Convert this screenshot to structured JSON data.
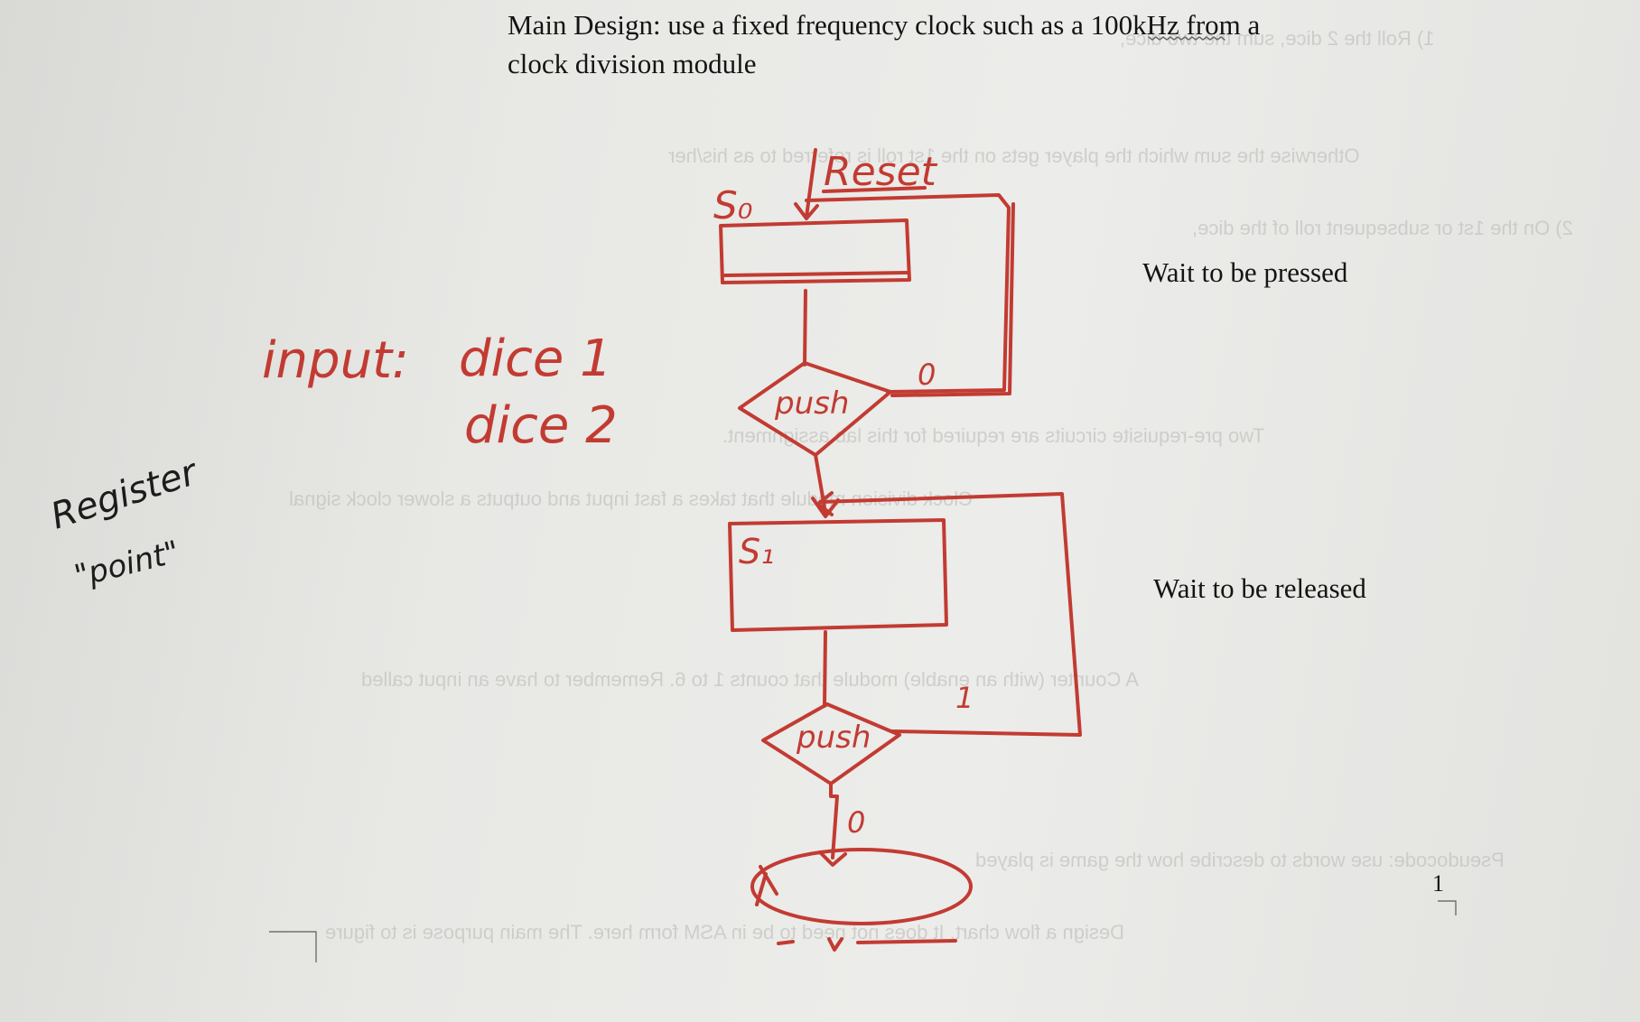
{
  "document": {
    "title_line1": "Main Design: use a fixed frequency clock such as a 100kHz from a",
    "title_line2": "clock division module",
    "page_number": "1"
  },
  "annotations": {
    "wait_pressed": "Wait to be pressed",
    "wait_released": "Wait to be released"
  },
  "handwriting": {
    "state0": "S₀",
    "reset": "Reset",
    "input_label": "input:",
    "dice1": "dice 1",
    "dice2": "dice 2",
    "decision1": "push",
    "decision1_zero": "0",
    "state1": "S₁",
    "decision2": "push",
    "decision2_one": "1",
    "decision2_zero": "0",
    "register_line1": "Register",
    "register_line2": "\"point\""
  },
  "colors": {
    "ink": "#c23b32",
    "paper": "#e8e8e5",
    "text": "#141414"
  }
}
